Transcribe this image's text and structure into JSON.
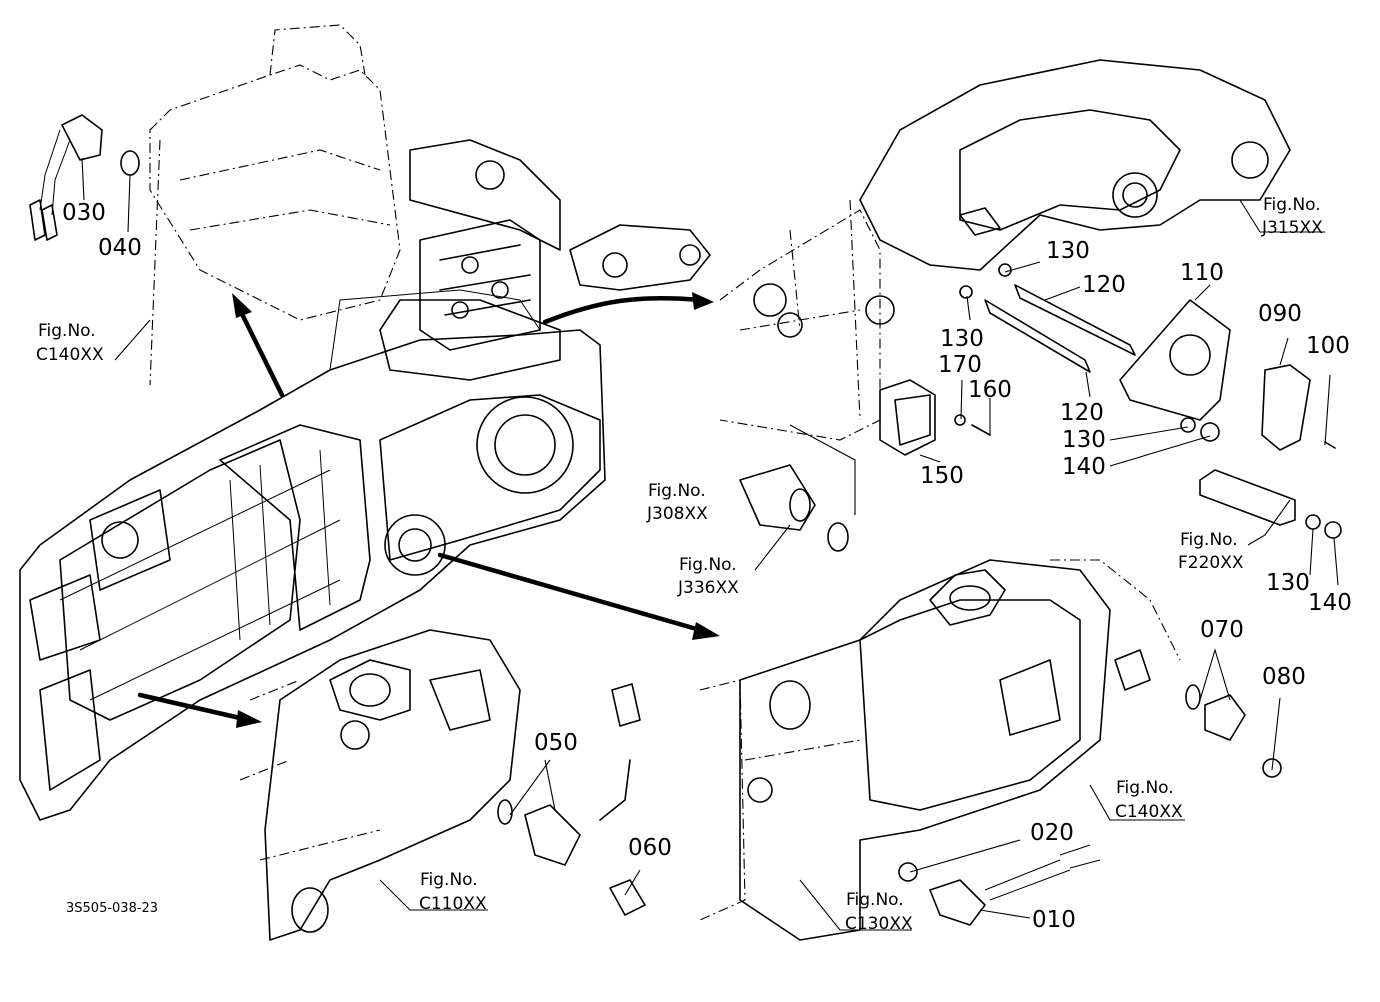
{
  "drawing_code": "3S505-038-23",
  "part_labels": {
    "p010": "010",
    "p020": "020",
    "p030": "030",
    "p040": "040",
    "p050": "050",
    "p060": "060",
    "p070": "070",
    "p080": "080",
    "p090": "090",
    "p100": "100",
    "p110": "110",
    "p120a": "120",
    "p120b": "120",
    "p130a": "130",
    "p130b": "130",
    "p130c": "130",
    "p130d": "130",
    "p140a": "140",
    "p140b": "140",
    "p150": "150",
    "p160": "160",
    "p170": "170"
  },
  "figure_refs": {
    "prefix": "Fig.No.",
    "c140_left": "C140XX",
    "j315": "J315XX",
    "j308": "J308XX",
    "j336": "J336XX",
    "f220": "F220XX",
    "c140_right": "C140XX",
    "c110": "C110XX",
    "c130": "C130XX"
  }
}
